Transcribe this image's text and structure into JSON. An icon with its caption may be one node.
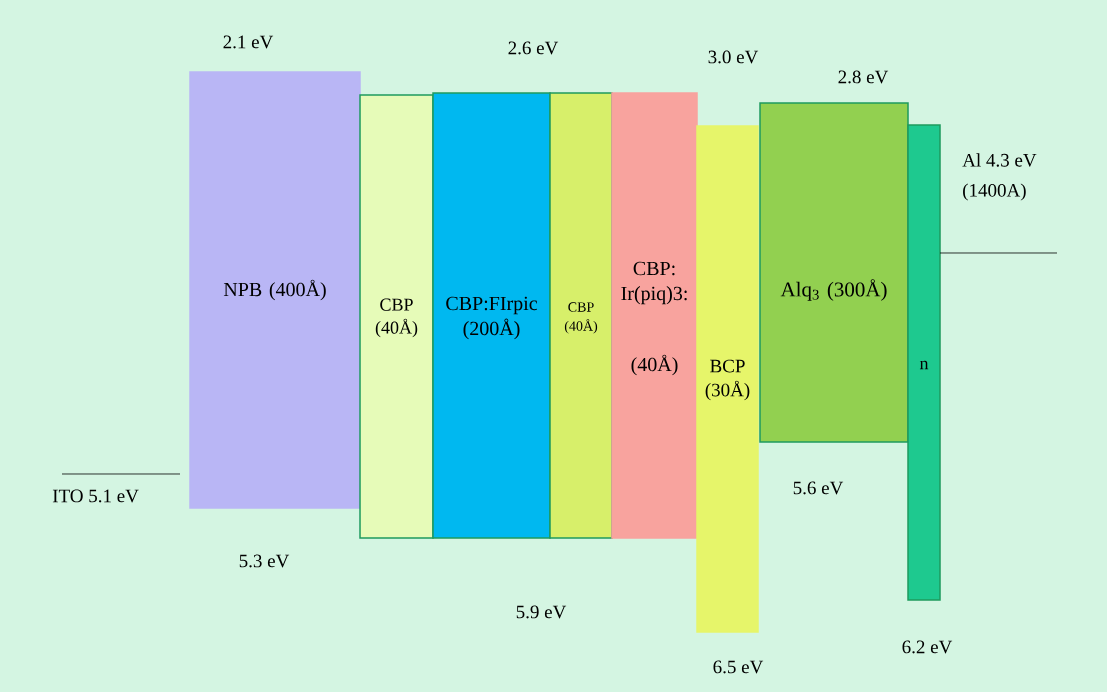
{
  "diagram": {
    "nodes": [
      {
        "text": [
          "NPB (400Å)"
        ]
      },
      {
        "text": [
          "CBP (40Å)"
        ]
      },
      {
        "text": [
          "CBP:FIrpic (200Å)"
        ]
      },
      {
        "text": [
          "CBP (40Å)"
        ]
      },
      {
        "text": [
          "CBP: Ir(piq)3:",
          "(40Å)"
        ]
      },
      {
        "text": [
          "BCP (30Å)"
        ]
      },
      {
        "text": [
          "Alq$_{3}$ (300Å)"
        ]
      },
      {
        "text": [
          "n"
        ]
      }
    ],
    "edges": [],
    "labels": [
      "2.1 eV",
      "2.6 eV",
      "3.0 eV",
      "2.8 eV",
      "Al  4.3 eV",
      "(1400A)",
      "5.6 eV",
      "ITO  5.1 eV",
      "5.3 eV",
      "5.9 eV",
      "6.2 eV",
      "6.5 eV"
    ]
  }
}
